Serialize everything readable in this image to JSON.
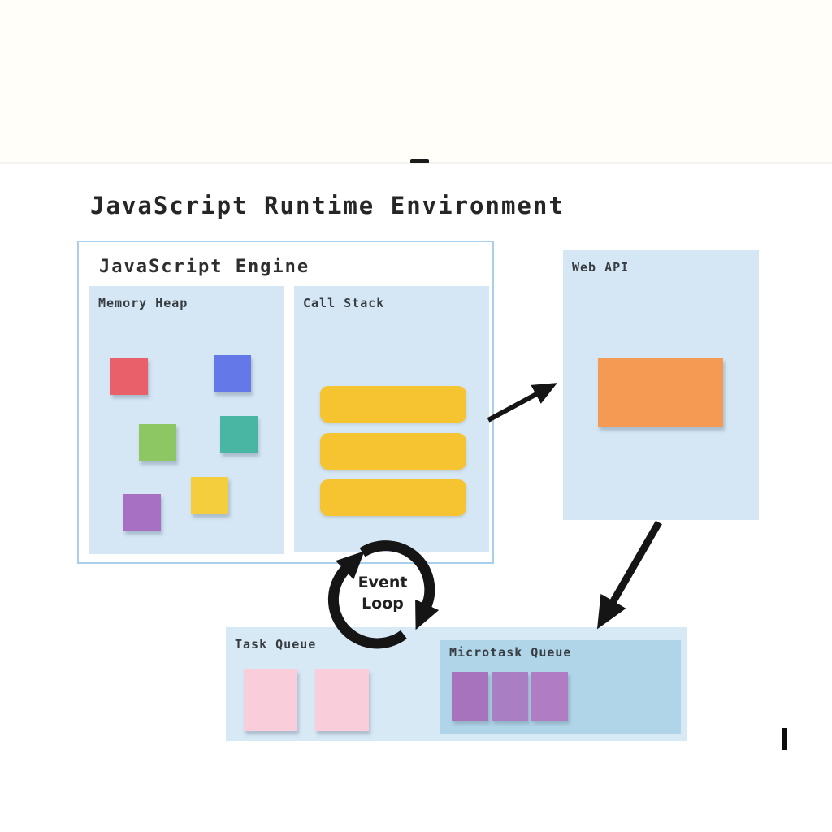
{
  "title": "JavaScript Runtime Environment",
  "engine": {
    "label": "JavaScript Engine",
    "memory_heap": {
      "label": "Memory Heap",
      "notes": [
        {
          "name": "red",
          "color": "#e9606a"
        },
        {
          "name": "blue",
          "color": "#6478e8"
        },
        {
          "name": "green",
          "color": "#8cc763"
        },
        {
          "name": "teal",
          "color": "#49b5a3"
        },
        {
          "name": "yellow",
          "color": "#f4ce3c"
        },
        {
          "name": "purple",
          "color": "#a770c2"
        }
      ]
    },
    "call_stack": {
      "label": "Call Stack",
      "frames": [
        {
          "color": "#f6c431"
        },
        {
          "color": "#f6c431"
        },
        {
          "color": "#f6c431"
        }
      ]
    }
  },
  "web_api": {
    "label": "Web API",
    "note": {
      "color": "#f49a52"
    }
  },
  "event_loop": {
    "line1": "Event",
    "line2": "Loop"
  },
  "task_queue": {
    "label": "Task Queue",
    "notes": [
      {
        "color": "#f9cdd9"
      },
      {
        "color": "#f9cdd9"
      }
    ]
  },
  "microtask_queue": {
    "label": "Microtask Queue",
    "notes": [
      {
        "color": "#a873bd"
      },
      {
        "color": "#a97ec2"
      },
      {
        "color": "#b07cc4"
      }
    ]
  },
  "colors": {
    "panel_blue": "#d5e7f5",
    "taskq_blue": "#d8e9f6",
    "microq_blue": "#b0d4e8",
    "engine_border": "#a9cfec",
    "arrow_black": "#151515",
    "title_text": "#262626",
    "label_text": "#383d42",
    "top_strip": "#fffef8"
  }
}
